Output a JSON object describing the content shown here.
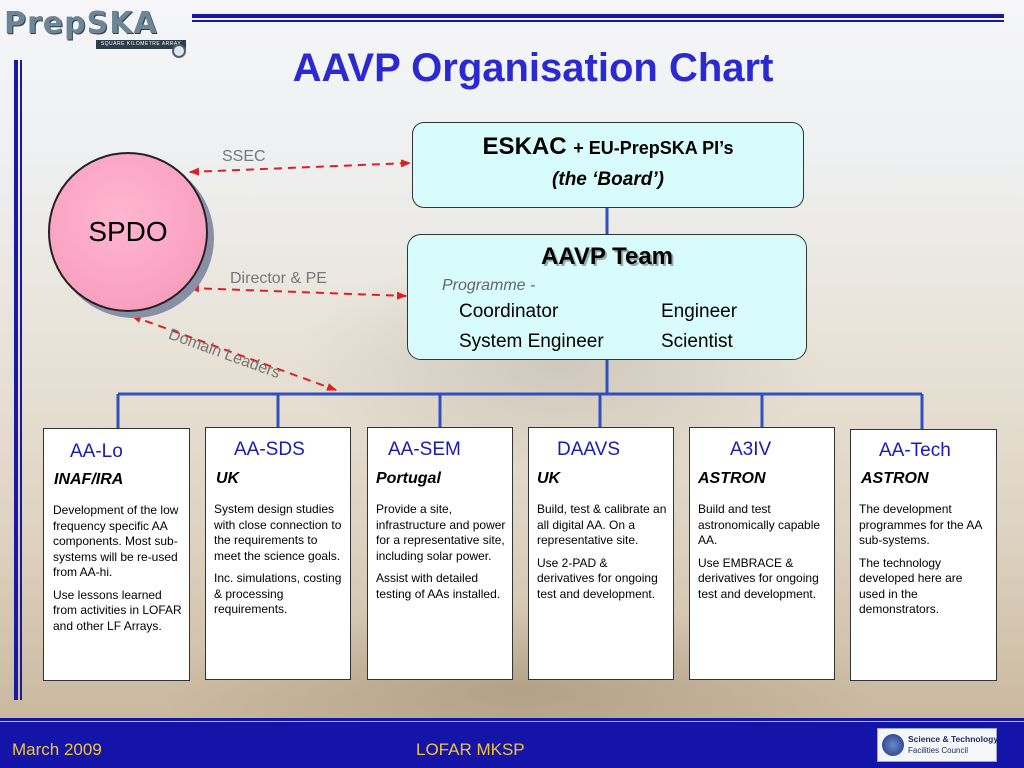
{
  "slide": {
    "title": "AAVP Organisation Chart",
    "logo": {
      "text": "PrepSKA",
      "subtext": "SQUARE KILOMETRE ARRAY"
    }
  },
  "nodes": {
    "spdo": "SPDO",
    "board": {
      "line1_main": "ESKAC",
      "line1_rest": "+ EU-PrepSKA PI’s",
      "line2": "(the ‘Board’)"
    },
    "team": {
      "title": "AAVP Team",
      "programme_label": "Programme -",
      "roles": [
        "Coordinator",
        "Engineer",
        "System Engineer",
        "Scientist"
      ]
    }
  },
  "links": {
    "ssec": "SSEC",
    "director": "Director & PE",
    "domain_leaders": "Domain Leaders"
  },
  "subsystems": [
    {
      "name": "AA-Lo",
      "org": "INAF/IRA",
      "desc": [
        "Development of the low frequency specific AA components. Most sub-systems will be re-used from AA-hi.",
        "Use lessons learned from activities in LOFAR and other LF Arrays."
      ]
    },
    {
      "name": "AA-SDS",
      "org": "UK",
      "desc": [
        "System design studies with close connection to the requirements to meet the science goals.",
        "Inc. simulations, costing & processing requirements."
      ]
    },
    {
      "name": "AA-SEM",
      "org": "Portugal",
      "desc": [
        "Provide a site, infrastructure and power for a representative site, including solar power.",
        "Assist with detailed testing of AAs installed."
      ]
    },
    {
      "name": "DAAVS",
      "org": "UK",
      "desc": [
        "Build, test & calibrate an all digital AA. On a representative site.",
        "Use 2-PAD & derivatives for ongoing test and development."
      ]
    },
    {
      "name": "A3IV",
      "org": "ASTRON",
      "desc": [
        "Build and test astronomically capable AA.",
        "Use EMBRACE & derivatives for ongoing test and development."
      ]
    },
    {
      "name": "AA-Tech",
      "org": "ASTRON",
      "desc": [
        "The development programmes for the AA sub-systems.",
        "The technology developed here are used in the demonstrators."
      ]
    }
  ],
  "footer": {
    "date": "March 2009",
    "event": "LOFAR MKSP",
    "council_line1": "Science & Technology",
    "council_line2": "Facilities Council"
  },
  "colors": {
    "title": "#2a2ad0",
    "rule": "#1a1aa0",
    "box_fill": "#d8fcfc",
    "spdo_fill": "#f9a0c0",
    "link_dashed": "#e02020",
    "connector": "#3050c0",
    "footer_bg": "#1414a8",
    "footer_text": "#f2c23a"
  }
}
